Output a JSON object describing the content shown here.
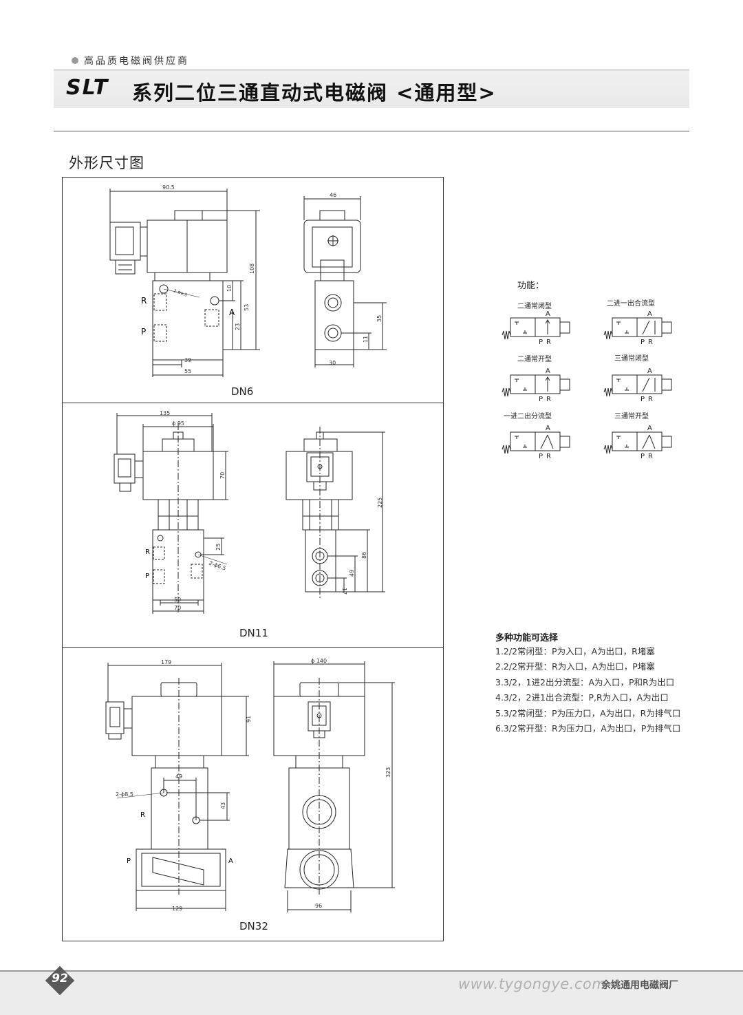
{
  "header": {
    "tagline": "高品质电磁阀供应商",
    "brand": "SLT",
    "title": "系列二位三通直动式电磁阀 <通用型>"
  },
  "section_title": "外形尺寸图",
  "drawings": {
    "dn6": {
      "caption": "DN6",
      "dims": {
        "d1": "90.5",
        "d2": "46",
        "d3": "108",
        "d4": "53",
        "d5": "10",
        "d6": "23",
        "d7": "39",
        "d8": "55",
        "d9": "35",
        "d10": "11",
        "d11": "30",
        "d12": "2-Φ6.5"
      },
      "ports": {
        "r": "R",
        "p": "P",
        "a": "A"
      }
    },
    "dn11": {
      "caption": "DN11",
      "dims": {
        "d1": "135",
        "d2": "ϕ 95",
        "d3": "70",
        "d4": "225",
        "d5": "25",
        "d6": "2-ϕ6.5",
        "d7": "86",
        "d8": "49",
        "d9": "17",
        "d10": "50",
        "d11": "70"
      },
      "ports": {
        "r": "R",
        "p": "P"
      }
    },
    "dn32": {
      "caption": "DN32",
      "dims": {
        "d1": "179",
        "d2": "ϕ 140",
        "d3": "91",
        "d4": "323",
        "d5": "49",
        "d6": "2-ϕ8.5",
        "d7": "43",
        "d8": "129",
        "d9": "96"
      },
      "ports": {
        "r": "R",
        "p": "P",
        "a": "A"
      }
    }
  },
  "functions": {
    "title": "功能：",
    "port_a": "A",
    "port_p": "P",
    "port_r": "R",
    "items": [
      {
        "label": "二通常闭型"
      },
      {
        "label": "二进一出合流型"
      },
      {
        "label": "二通常开型"
      },
      {
        "label": "三通常闭型"
      },
      {
        "label": "一进二出分流型"
      },
      {
        "label": "三通常开型"
      }
    ]
  },
  "options": {
    "title": "多种功能可选择",
    "items": [
      "1.2/2常闭型：P为入口，A为出口，R堵塞",
      "2.2/2常开型：R为入口，A为出口，P堵塞",
      "3.3/2，1进2出分流型：A为入口，P和R为出口",
      "4.3/2，2进1出合流型：P,R为入口，A为出口",
      "5.3/2常闭型：P为压力口，A为出口，R为排气口",
      "6.3/2常开型：R为压力口，A为出口，P为排气口"
    ]
  },
  "footer": {
    "page_number": "92",
    "url": "www.tygongye.com",
    "company": "余姚通用电磁阀厂"
  }
}
